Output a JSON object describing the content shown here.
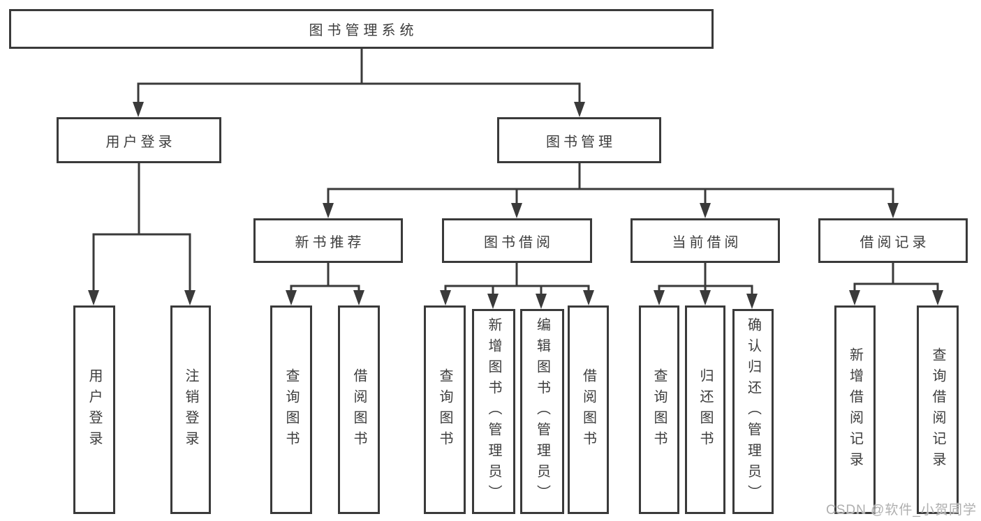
{
  "diagram": {
    "root": "图书管理系统",
    "l2": [
      "用户登录",
      "图书管理"
    ],
    "l3": [
      "新书推荐",
      "图书借阅",
      "当前借阅",
      "借阅记录"
    ],
    "l4": [
      "用户登录",
      "注销登录",
      "查询图书",
      "借阅图书",
      "查询图书",
      "新增图书（管理员）",
      "编辑图书（管理员）",
      "借阅图书",
      "查询图书",
      "归还图书",
      "确认归还（管理员）",
      "新增借阅记录",
      "查询借阅记录"
    ]
  },
  "watermark": "CSDN @软件_小贺同学",
  "colors": {
    "line": "#3a3a3a",
    "text": "#3d3d3d",
    "background": "#ffffff",
    "watermark": "#a8a8a8"
  }
}
